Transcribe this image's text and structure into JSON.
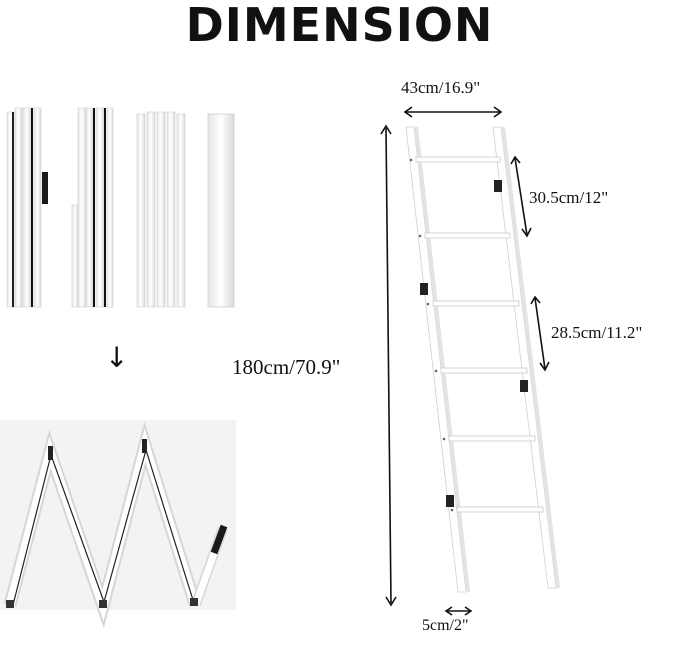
{
  "title": "DIMENSION",
  "dimensions": {
    "width": "43cm/16.9\"",
    "rung_spacing_top": "30.5cm/12\"",
    "rung_spacing_middle": "28.5cm/11.2\"",
    "height": "180cm/70.9\"",
    "depth": "5cm/2\""
  },
  "icons": {
    "fold_arrow": "↓"
  },
  "colors": {
    "background": "#ffffff",
    "ink": "#111111",
    "wood": "#ffffff",
    "wood_shade": "#d9d9d9",
    "hinge": "#222222"
  }
}
